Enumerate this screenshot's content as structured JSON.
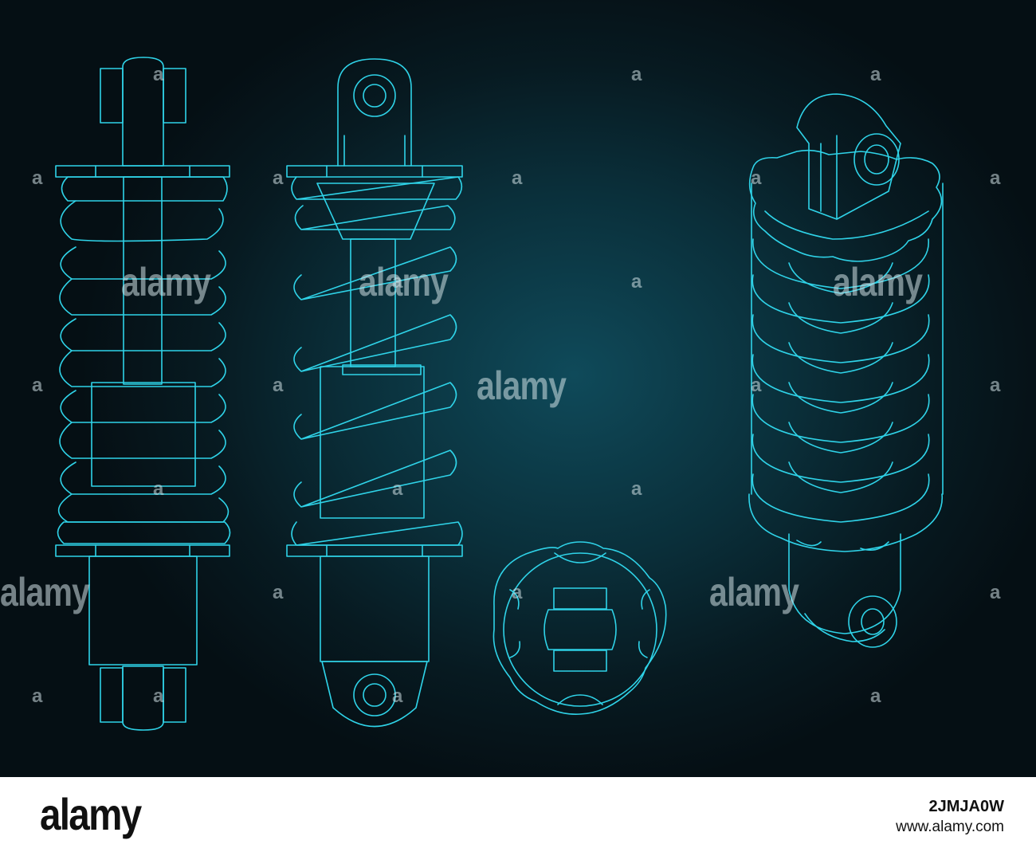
{
  "watermark": {
    "word": "alamy",
    "letter": "a"
  },
  "footer": {
    "logo": "alamy",
    "image_id": "2JMJA0W",
    "site": "www.alamy.com"
  },
  "colors": {
    "line": "#2fd3e8",
    "background_center": "#0f4a5a",
    "background_edge": "#050f14"
  }
}
